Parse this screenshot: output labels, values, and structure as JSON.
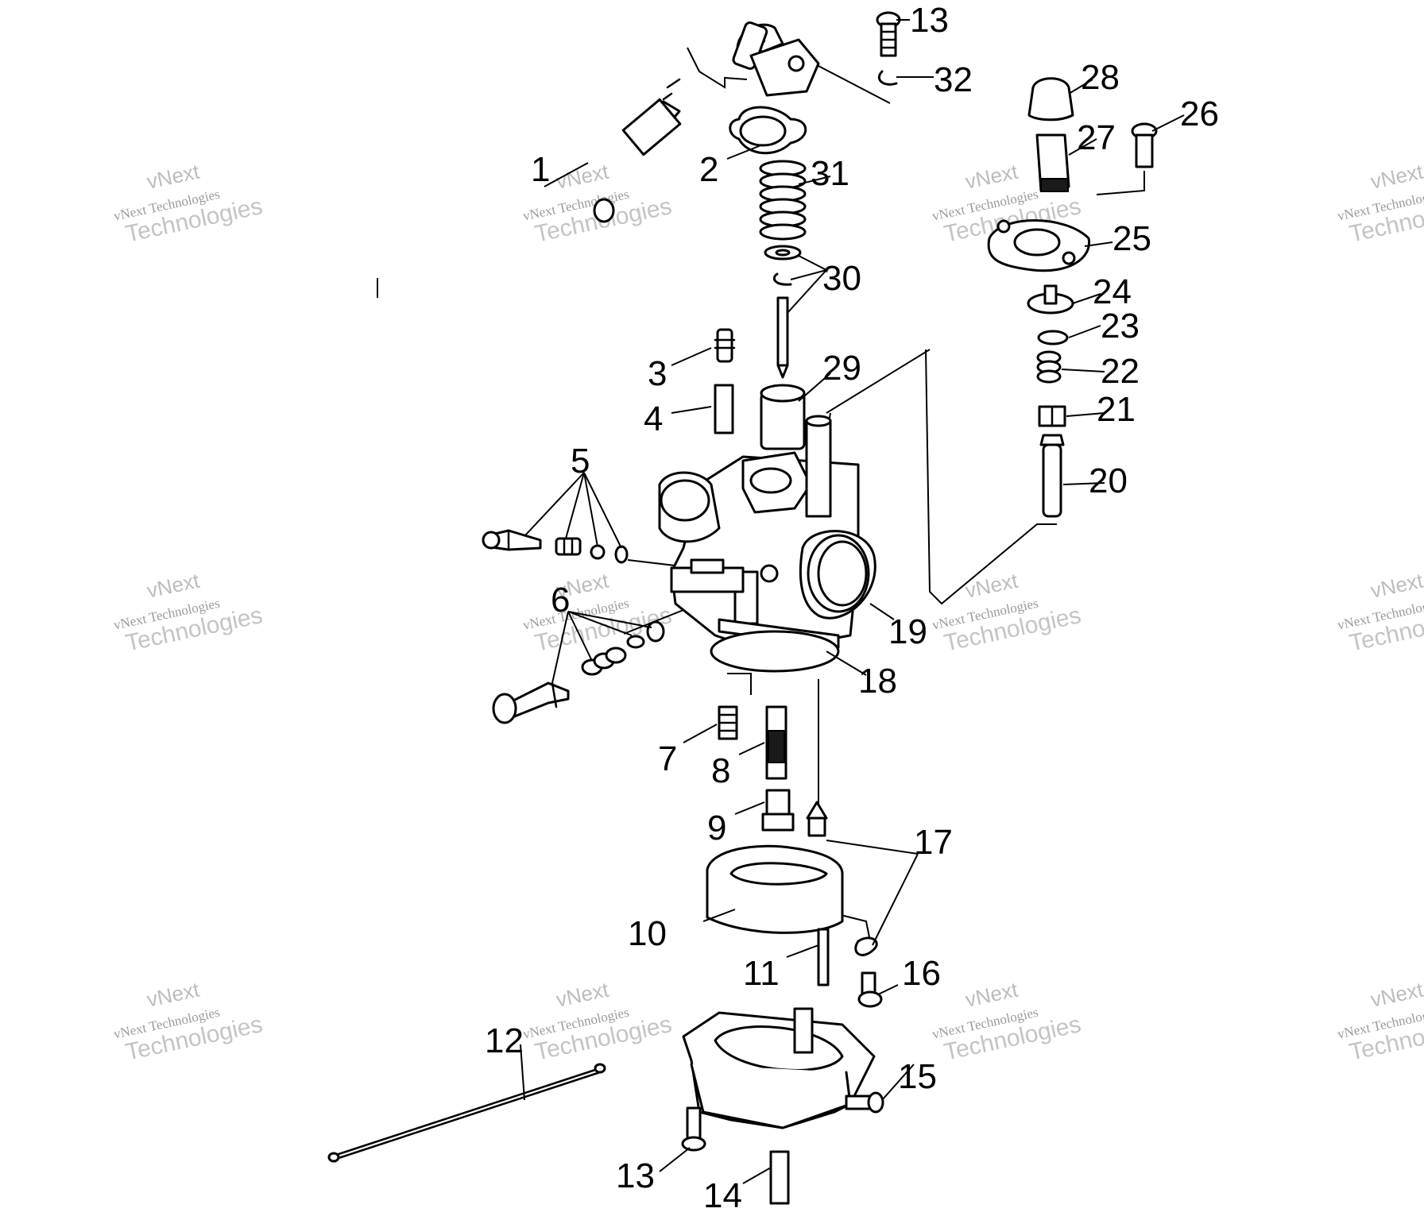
{
  "watermark": {
    "line1": "vNext",
    "line2": "vNext Technologies",
    "line3": "Technologies"
  },
  "callouts": {
    "c1": "1",
    "c2": "2",
    "c3": "3",
    "c4": "4",
    "c5": "5",
    "c6": "6",
    "c7": "7",
    "c8": "8",
    "c9": "9",
    "c10": "10",
    "c11": "11",
    "c12": "12",
    "c13a": "13",
    "c13b": "13",
    "c14": "14",
    "c15": "15",
    "c16": "16",
    "c17": "17",
    "c18": "18",
    "c19": "19",
    "c20": "20",
    "c21": "21",
    "c22": "22",
    "c23": "23",
    "c24": "24",
    "c25": "25",
    "c26": "26",
    "c27": "27",
    "c28": "28",
    "c29": "29",
    "c30": "30",
    "c31": "31",
    "c32": "32"
  }
}
